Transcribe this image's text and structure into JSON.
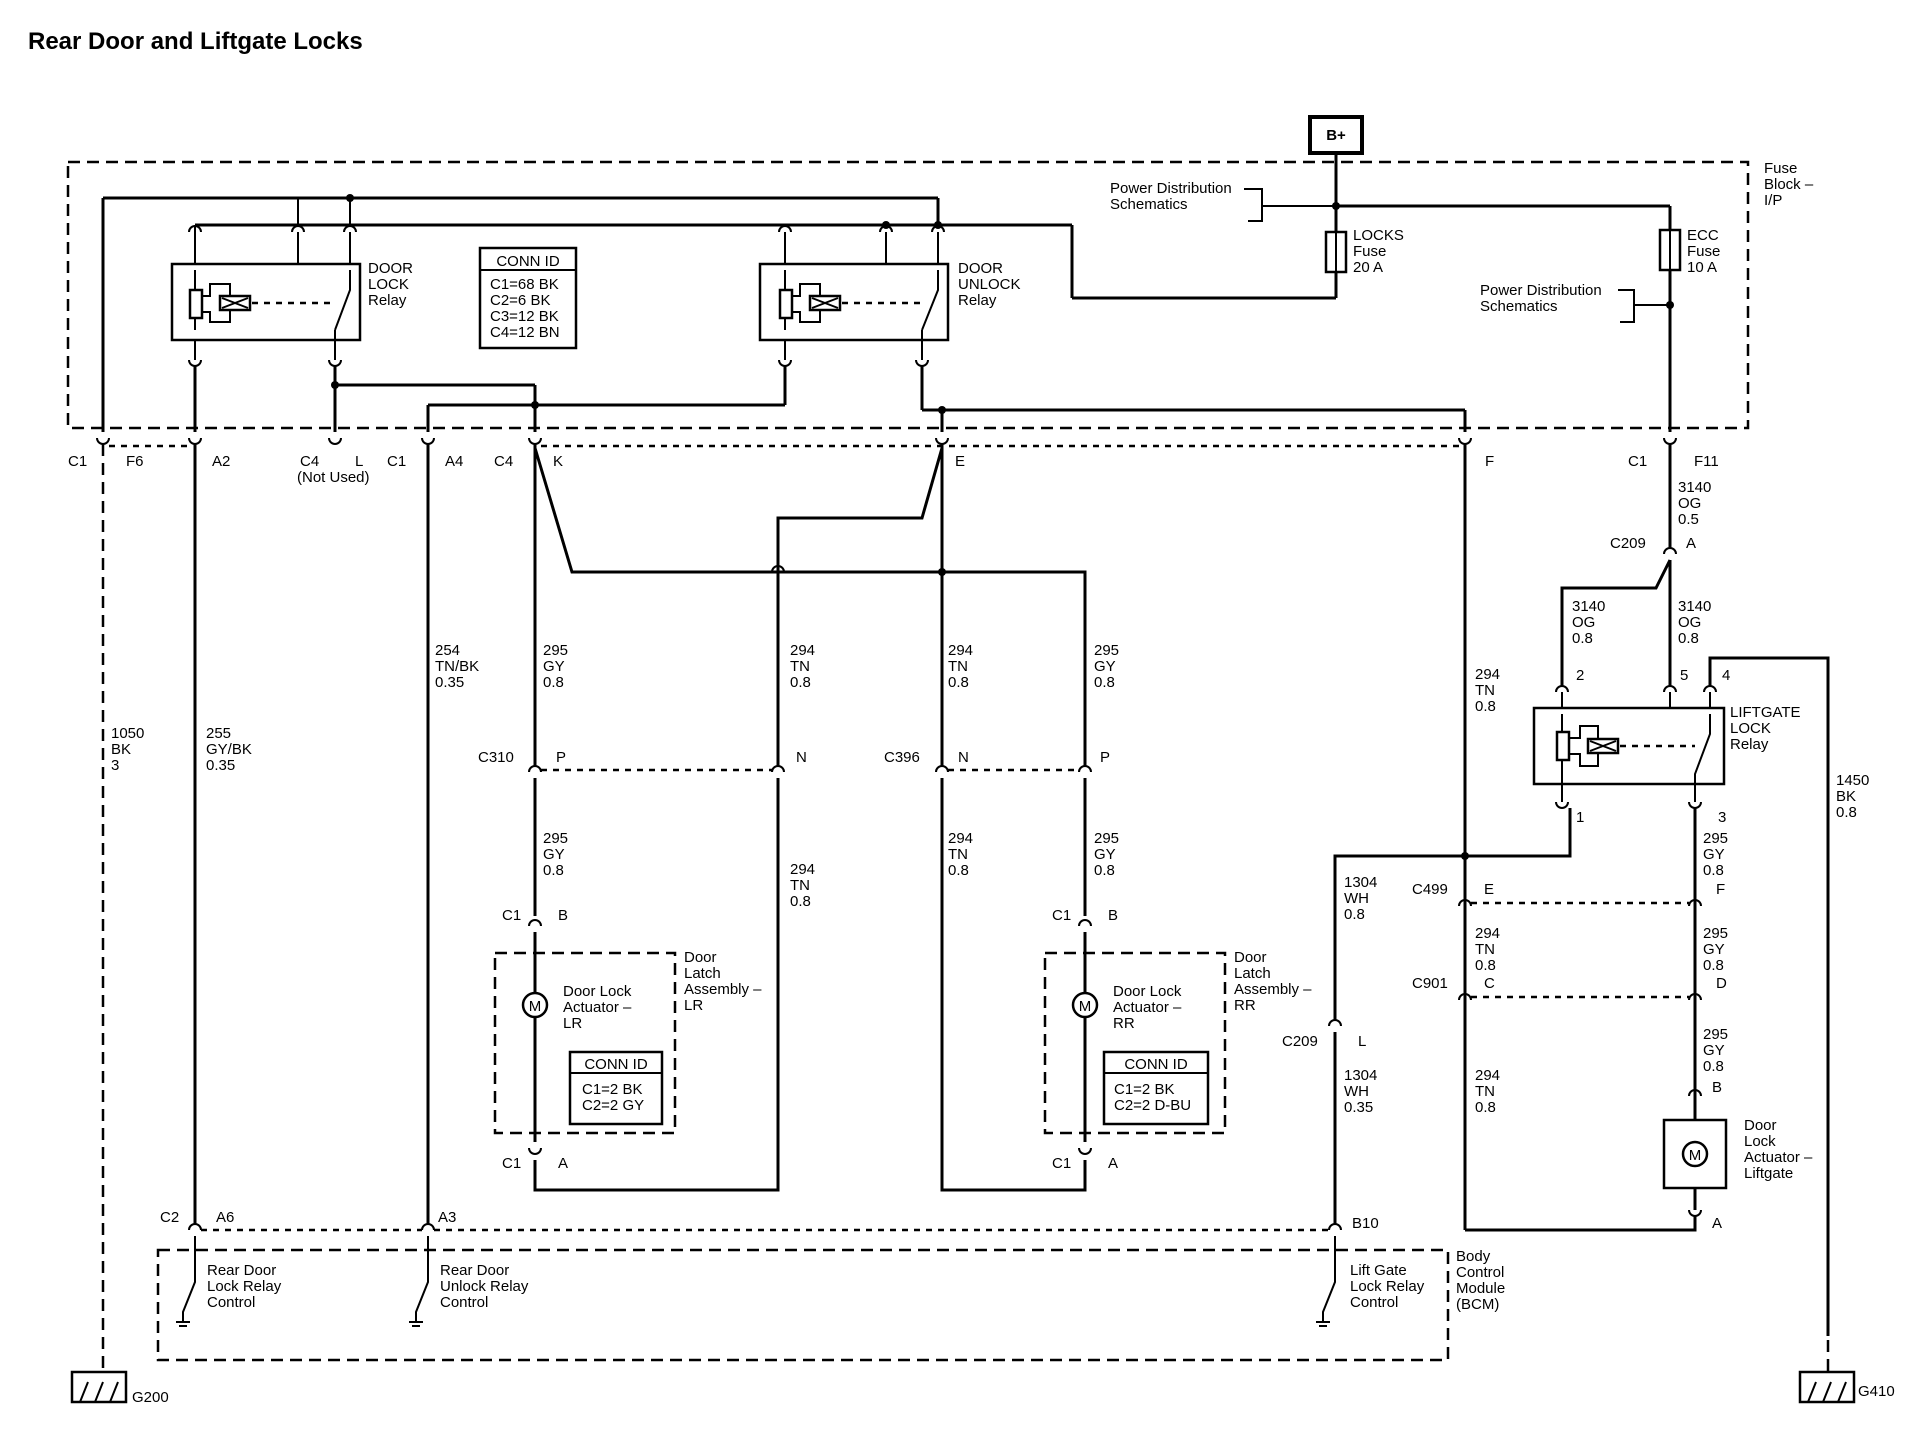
{
  "title": "Rear Door and Liftgate Locks",
  "power": {
    "bplus": "B+"
  },
  "fuse_block": {
    "l1": "Fuse",
    "l2": "Block –",
    "l3": "I/P"
  },
  "power_dist_1": {
    "l1": "Power Distribution",
    "l2": "Schematics"
  },
  "power_dist_2": {
    "l1": "Power Distribution",
    "l2": "Schematics"
  },
  "locks_fuse": {
    "l1": "LOCKS",
    "l2": "Fuse",
    "l3": "20 A"
  },
  "ecc_fuse": {
    "l1": "ECC",
    "l2": "Fuse",
    "l3": "10 A"
  },
  "door_lock_relay": {
    "l1": "DOOR",
    "l2": "LOCK",
    "l3": "Relay"
  },
  "door_unlock_relay": {
    "l1": "DOOR",
    "l2": "UNLOCK",
    "l3": "Relay"
  },
  "liftgate_relay": {
    "l1": "LIFTGATE",
    "l2": "LOCK",
    "l3": "Relay"
  },
  "conn_id_top": {
    "head": "CONN ID",
    "c1": "C1=68 BK",
    "c2": "C2=6 BK",
    "c3": "C3=12 BK",
    "c4": "C4=12 BN"
  },
  "conn_id_lr": {
    "head": "CONN ID",
    "c1": "C1=2 BK",
    "c2": "C2=2 GY"
  },
  "conn_id_rr": {
    "head": "CONN ID",
    "c1": "C1=2 BK",
    "c2": "C2=2 D-BU"
  },
  "fb_pins": {
    "c1a": "C1",
    "f6": "F6",
    "a2": "A2",
    "c4a": "C4",
    "l": "L",
    "notused": "(Not Used)",
    "c1b": "C1",
    "a4": "A4",
    "c4b": "C4",
    "k": "K",
    "e": "E",
    "f": "F",
    "c1c": "C1",
    "f11": "F11"
  },
  "wires": {
    "w1050": {
      "n": "1050",
      "c": "BK",
      "s": "3"
    },
    "w255": {
      "n": "255",
      "c": "GY/BK",
      "s": "0.35"
    },
    "w254": {
      "n": "254",
      "c": "TN/BK",
      "s": "0.35"
    },
    "w295a": {
      "n": "295",
      "c": "GY",
      "s": "0.8"
    },
    "w294a": {
      "n": "294",
      "c": "TN",
      "s": "0.8"
    },
    "w294b": {
      "n": "294",
      "c": "TN",
      "s": "0.8"
    },
    "w295b": {
      "n": "295",
      "c": "GY",
      "s": "0.8"
    },
    "w295c": {
      "n": "295",
      "c": "GY",
      "s": "0.8"
    },
    "w294c": {
      "n": "294",
      "c": "TN",
      "s": "0.8"
    },
    "w294d": {
      "n": "294",
      "c": "TN",
      "s": "0.8"
    },
    "w295d": {
      "n": "295",
      "c": "GY",
      "s": "0.8"
    },
    "w294f": {
      "n": "294",
      "c": "TN",
      "s": "0.8"
    },
    "w3140a": {
      "n": "3140",
      "c": "OG",
      "s": "0.5"
    },
    "w3140b": {
      "n": "3140",
      "c": "OG",
      "s": "0.8"
    },
    "w3140c": {
      "n": "3140",
      "c": "OG",
      "s": "0.8"
    },
    "w1450": {
      "n": "1450",
      "c": "BK",
      "s": "0.8"
    },
    "w1304a": {
      "n": "1304",
      "c": "WH",
      "s": "0.8"
    },
    "w1304b": {
      "n": "1304",
      "c": "WH",
      "s": "0.35"
    },
    "w294g": {
      "n": "294",
      "c": "TN",
      "s": "0.8"
    },
    "w294h": {
      "n": "294",
      "c": "TN",
      "s": "0.8"
    },
    "w295e": {
      "n": "295",
      "c": "GY",
      "s": "0.8"
    },
    "w295f": {
      "n": "295",
      "c": "GY",
      "s": "0.8"
    },
    "w295g": {
      "n": "295",
      "c": "GY",
      "s": "0.8"
    }
  },
  "connectors": {
    "c310": "C310",
    "c310p": "P",
    "c310n": "N",
    "c396": "C396",
    "c396n": "N",
    "c396p": "P",
    "lr_c1b": "C1",
    "lr_b": "B",
    "lr_c1a": "C1",
    "lr_a": "A",
    "rr_c1b": "C1",
    "rr_b": "B",
    "rr_c1a": "C1",
    "rr_a": "A",
    "c209a": "C209",
    "c209a_pin": "A",
    "c499": "C499",
    "c499e": "E",
    "c499f": "F",
    "c901": "C901",
    "c901c": "C",
    "c901d": "D",
    "c209b": "C209",
    "c209b_pin": "L",
    "lg_b": "B",
    "lg_a": "A",
    "relay_2": "2",
    "relay_5": "5",
    "relay_4": "4",
    "relay_1": "1",
    "relay_3": "3",
    "bcm_c2": "C2",
    "bcm_a6": "A6",
    "bcm_a3": "A3",
    "bcm_b10": "B10"
  },
  "lr_assembly": {
    "l1": "Door",
    "l2": "Latch",
    "l3": "Assembly –",
    "l4": "LR"
  },
  "rr_assembly": {
    "l1": "Door",
    "l2": "Latch",
    "l3": "Assembly –",
    "l4": "RR"
  },
  "lr_actuator": {
    "l1": "Door Lock",
    "l2": "Actuator –",
    "l3": "LR"
  },
  "rr_actuator": {
    "l1": "Door Lock",
    "l2": "Actuator –",
    "l3": "RR"
  },
  "lg_actuator": {
    "l1": "Door",
    "l2": "Lock",
    "l3": "Actuator –",
    "l4": "Liftgate"
  },
  "motor": "M",
  "bcm": {
    "l1": "Body",
    "l2": "Control",
    "l3": "Module",
    "l4": "(BCM)"
  },
  "bcm_rd_lock": {
    "l1": "Rear Door",
    "l2": "Lock Relay",
    "l3": "Control"
  },
  "bcm_rd_unlock": {
    "l1": "Rear Door",
    "l2": "Unlock Relay",
    "l3": "Control"
  },
  "bcm_lg_lock": {
    "l1": "Lift Gate",
    "l2": "Lock Relay",
    "l3": "Control"
  },
  "grounds": {
    "g200": "G200",
    "g410": "G410"
  }
}
